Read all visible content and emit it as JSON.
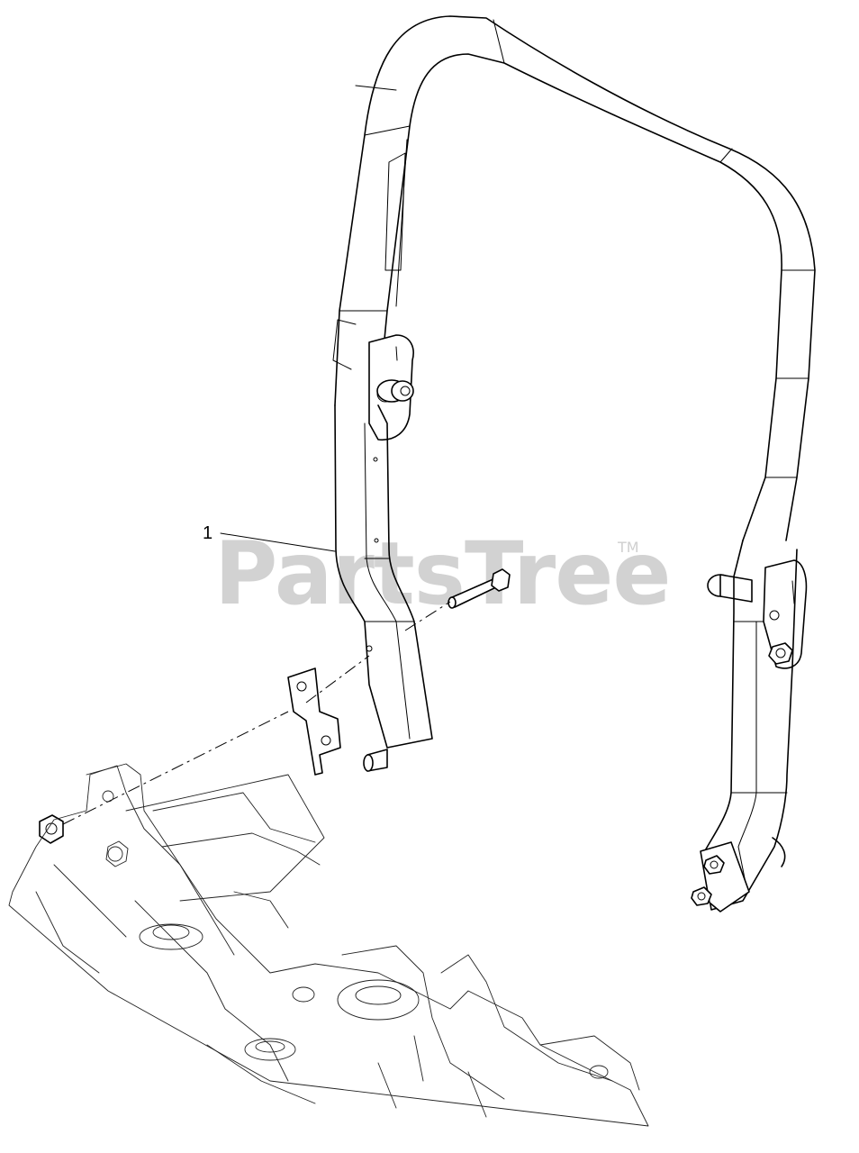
{
  "diagram": {
    "callouts": [
      {
        "label": "1",
        "part": "roll-bar"
      }
    ],
    "watermark": {
      "text": "PartsTree",
      "trademark": "TM"
    },
    "colors": {
      "line": "#000000",
      "background": "#ffffff",
      "watermark": "#d2d2d2"
    }
  }
}
